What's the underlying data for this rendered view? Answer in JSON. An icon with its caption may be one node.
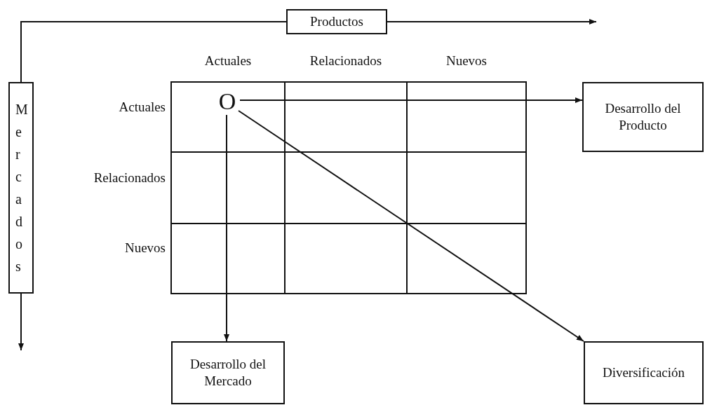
{
  "diagram": {
    "nodes": [
      {
        "text": [
          "Productos"
        ]
      },
      {
        "text": [
          "Mercados"
        ]
      },
      {
        "text": [
          "O"
        ]
      },
      {
        "text": [
          "Desarrollo del Producto"
        ]
      },
      {
        "text": [
          "Desarrollo del Mercado"
        ]
      },
      {
        "text": [
          "Diversificación"
        ]
      }
    ],
    "edges": [
      {
        "from": 0,
        "to": 1,
        "arrow": "none"
      },
      {
        "from": 0,
        "to": null,
        "arrow": "to"
      },
      {
        "from": 1,
        "to": null,
        "arrow": "to"
      },
      {
        "from": 2,
        "to": 3,
        "arrow": "to"
      },
      {
        "from": 2,
        "to": 4,
        "arrow": "to"
      },
      {
        "from": 2,
        "to": 5,
        "arrow": "to"
      }
    ],
    "labels": [
      "Actuales",
      "Relacionados",
      "Nuevos",
      "Actuales",
      "Relacionados",
      "Nuevos"
    ]
  }
}
